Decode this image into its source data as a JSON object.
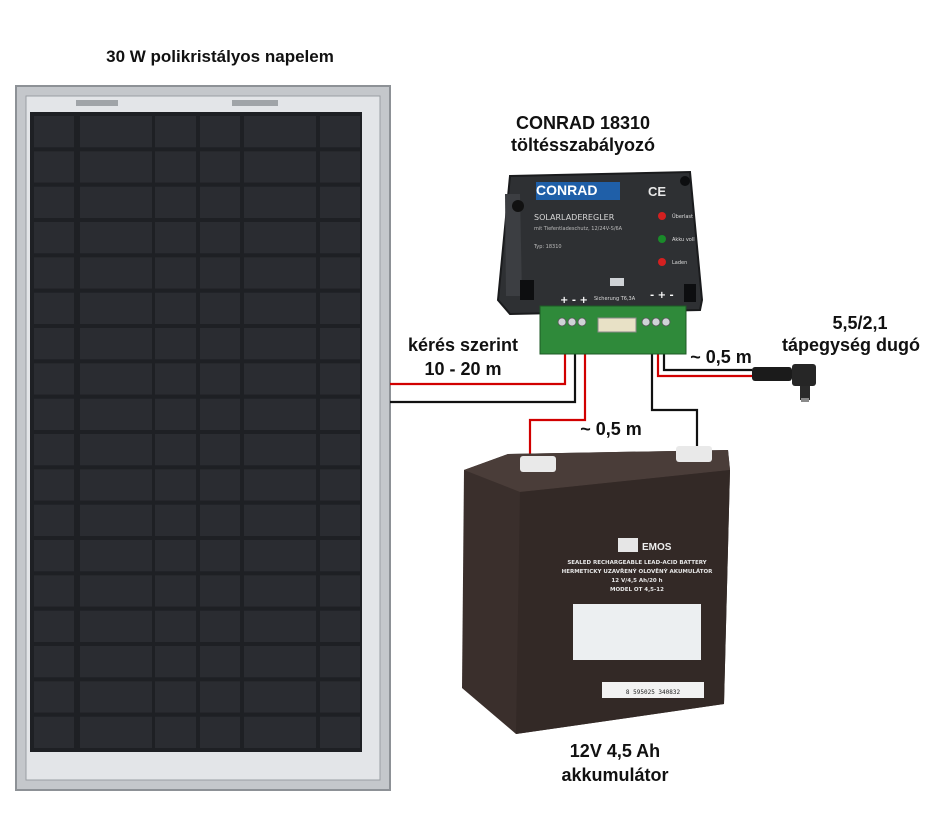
{
  "labels": {
    "panel_title": "30 W polikristályos napelem",
    "controller_title_line1": "CONRAD 18310",
    "controller_title_line2": "töltésszabályozó",
    "cable_length_line1": "kérés szerint",
    "cable_length_line2": "10 - 20 m",
    "output_cable_length": "~ 0,5 m",
    "battery_cable_length": "~ 0,5 m",
    "plug_line1": "5,5/2,1",
    "plug_line2": "tápegység dugó",
    "battery_line1": "12V 4,5 Ah",
    "battery_line2": "akkumulátor"
  },
  "controller": {
    "brand": "CONRAD",
    "ce_mark": "CE",
    "name": "SOLARLADEREGLER",
    "subtitle": "mit Tiefentladeschutz, 12/24V-S/6A",
    "type_label": "Typ: 18310",
    "fuse_label": "Sicherung T6,3A",
    "led_labels": [
      "Überlast",
      "Akku voll",
      "Laden"
    ],
    "led_colors": [
      "#d42020",
      "#1a8a2a",
      "#d42020"
    ],
    "terminal_signs_left": "+ - +",
    "terminal_signs_right": "- + -"
  },
  "battery": {
    "brand": "EMOS",
    "line1": "SEALED RECHARGEABLE LEAD-ACID BATTERY",
    "line2": "HERMETICKY UZAVŘENÝ OLOVĚNÝ AKUMULÁTOR",
    "line3": "12 V/4,5 Ah/20 h",
    "line4": "MODEL OT 4,5-12",
    "barcode_text": "8 595025 340832"
  },
  "colors": {
    "wire_red": "#d10000",
    "wire_black": "#111111",
    "panel_frame": "#b9bcc0",
    "cell": "#2a2c31",
    "controller_body": "#2e3033",
    "terminal_green": "#2f8a3a",
    "battery_body": "#3a2f2c"
  }
}
